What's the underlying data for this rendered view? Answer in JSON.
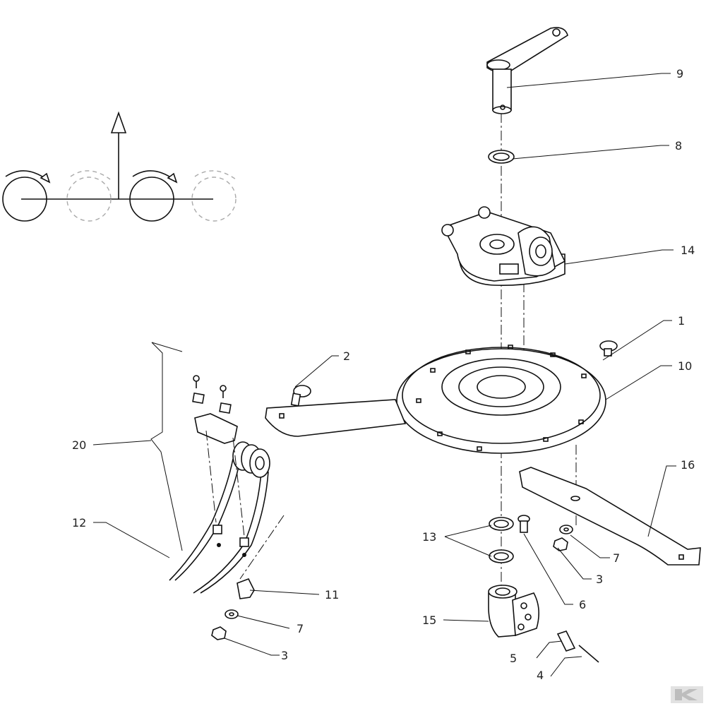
{
  "diagram": {
    "callouts": [
      {
        "id": "c9",
        "text": "9"
      },
      {
        "id": "c8",
        "text": "8"
      },
      {
        "id": "c14",
        "text": "14"
      },
      {
        "id": "c1",
        "text": "1"
      },
      {
        "id": "c10",
        "text": "10"
      },
      {
        "id": "c2",
        "text": "2"
      },
      {
        "id": "c16",
        "text": "16"
      },
      {
        "id": "c20",
        "text": "20"
      },
      {
        "id": "c12",
        "text": "12"
      },
      {
        "id": "c13",
        "text": "13"
      },
      {
        "id": "c7a",
        "text": "7"
      },
      {
        "id": "c3a",
        "text": "3"
      },
      {
        "id": "c6",
        "text": "6"
      },
      {
        "id": "c11",
        "text": "11"
      },
      {
        "id": "c7b",
        "text": "7"
      },
      {
        "id": "c15",
        "text": "15"
      },
      {
        "id": "c5",
        "text": "5"
      },
      {
        "id": "c3b",
        "text": "3"
      },
      {
        "id": "c4",
        "text": "4"
      }
    ],
    "watermark": "K",
    "colors": {
      "line": "#111111",
      "ghost": "#aaaaaa",
      "watermark": "#cfcfcf"
    }
  }
}
